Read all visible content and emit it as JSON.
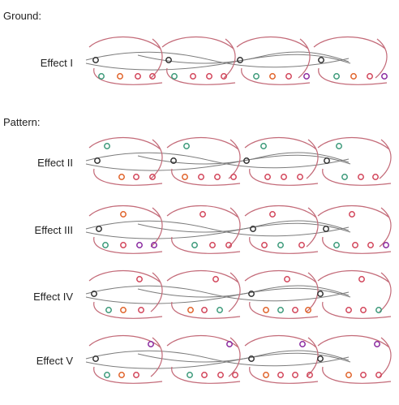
{
  "sections": {
    "ground": "Ground:",
    "pattern": "Pattern:"
  },
  "rows": [
    {
      "label": "Effect I"
    },
    {
      "label": "Effect II"
    },
    {
      "label": "Effect III"
    },
    {
      "label": "Effect IV"
    },
    {
      "label": "Effect V"
    }
  ],
  "colors": {
    "strand": "#c36a78",
    "thread": "#7c7c7c",
    "black_dot": "#333333",
    "green_dot": "#3c9a7a",
    "orange_dot": "#e0632a",
    "red_dot": "#d2455a",
    "purple_dot": "#8a2aa0"
  }
}
